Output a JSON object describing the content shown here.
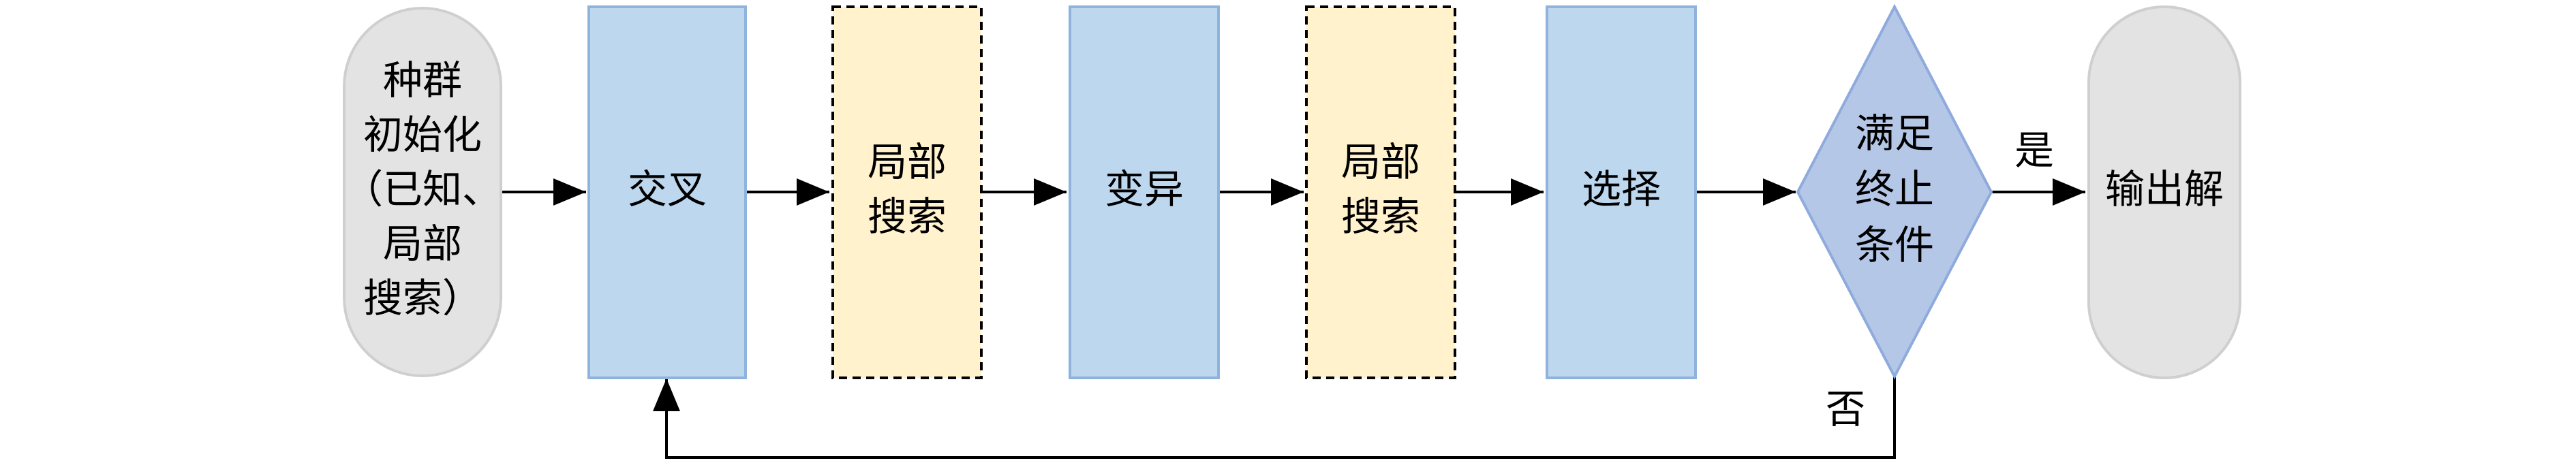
{
  "flowchart": {
    "nodes": {
      "init": {
        "lines": [
          "种群",
          "初始化",
          "（已知、",
          "局部",
          "搜索）"
        ]
      },
      "crossover": {
        "lines": [
          "交叉"
        ]
      },
      "local_search_1": {
        "lines": [
          "局部",
          "搜索"
        ]
      },
      "mutation": {
        "lines": [
          "变异"
        ]
      },
      "local_search_2": {
        "lines": [
          "局部",
          "搜索"
        ]
      },
      "selection": {
        "lines": [
          "选择"
        ]
      },
      "termination": {
        "lines": [
          "满足",
          "终止",
          "条件"
        ]
      },
      "output": {
        "lines": [
          "输出解"
        ]
      }
    },
    "edges": {
      "yes_label": "是",
      "no_label": "否"
    },
    "colors": {
      "terminal_fill": "#e3e3e3",
      "terminal_stroke": "#cfcfcf",
      "process_fill": "#bdd7ee",
      "process_stroke": "#8fb3dc",
      "local_search_fill": "#fff2cc",
      "local_search_stroke": "#000000",
      "decision_fill": "#b4c7e7",
      "decision_stroke": "#8faadc",
      "line": "#000000"
    }
  }
}
